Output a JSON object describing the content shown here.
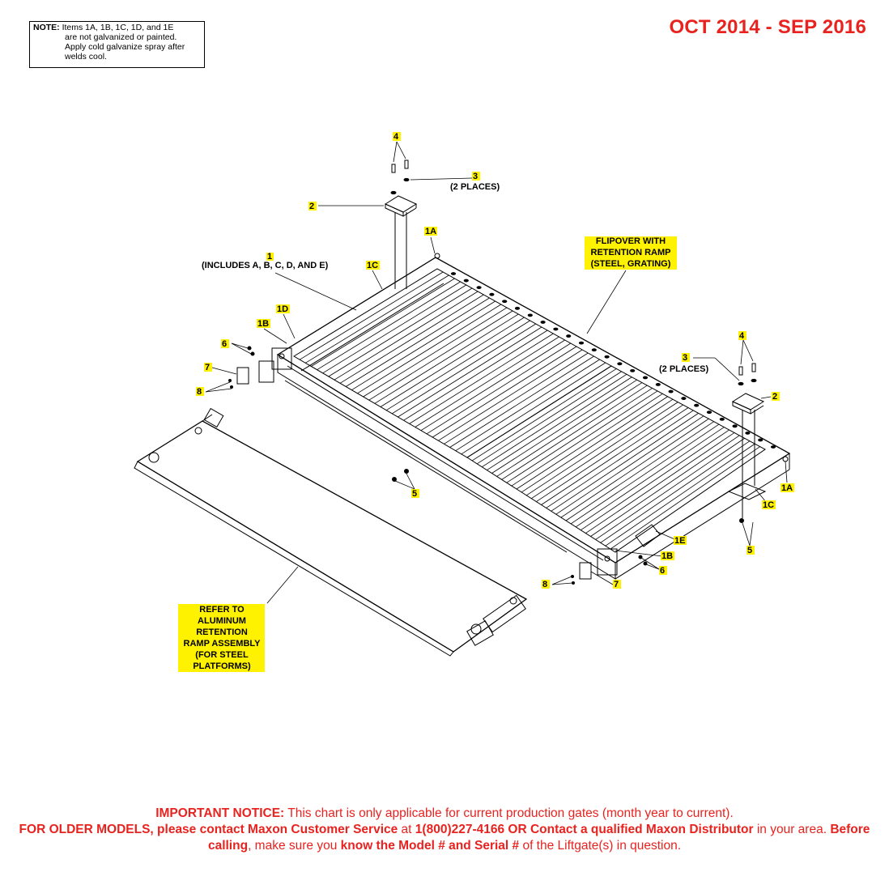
{
  "note": {
    "label": "NOTE:",
    "lines": [
      "Items 1A, 1B, 1C, 1D, and 1E",
      "are not galvanized or painted.",
      "Apply cold galvanize spray after",
      "welds cool."
    ]
  },
  "date_range": "OCT 2014 - SEP 2016",
  "callouts": {
    "item_1": "1",
    "item_1_desc": "(INCLUDES A, B, C, D, AND E)",
    "item_1a": "1A",
    "item_1b": "1B",
    "item_1c": "1C",
    "item_1d": "1D",
    "item_1e": "1E",
    "item_2": "2",
    "item_3": "3",
    "item_3_qty": "(2 PLACES)",
    "item_4": "4",
    "item_5": "5",
    "item_6": "6",
    "item_7": "7",
    "item_8": "8",
    "flipover": [
      "FLIPOVER WITH",
      "RETENTION RAMP",
      "(STEEL, GRATING)"
    ],
    "refer": [
      "REFER TO",
      "ALUMINUM",
      "RETENTION",
      "RAMP ASSEMBLY",
      "(FOR STEEL",
      "PLATFORMS)"
    ]
  },
  "notice": {
    "important_label": "IMPORTANT NOTICE:",
    "important_text": " This chart is only applicable for current production gates (month year to current).",
    "older_label": "FOR OLDER MODELS, please contact Maxon Customer Service",
    "at": " at ",
    "phone": "1(800)227-4166 OR Contact a qualified Maxon Distributor",
    "in_area": " in your area. ",
    "before": "Before calling",
    "make_sure": ", make sure you ",
    "know": "know the Model # and Serial #",
    "tail": " of the Liftgate(s) in question."
  },
  "colors": {
    "accent_red": "#e8231f",
    "highlight_yellow": "#fff200"
  }
}
